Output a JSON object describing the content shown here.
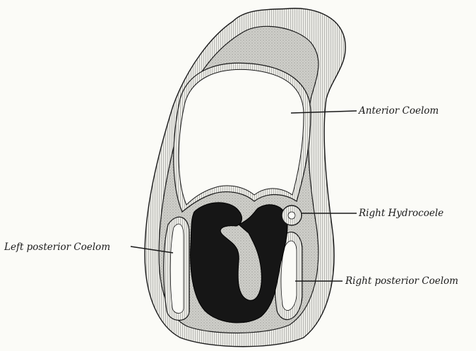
{
  "labels": {
    "anterior_coelom": "Anterior Coelom",
    "right_hydrocoele": "Right Hydrocoele",
    "left_posterior_coelom": "Left posterior Coelom",
    "right_posterior_coelom": "Right posterior Coelom"
  },
  "colors": {
    "background": "#fbfbf7",
    "ink": "#1a1a1a",
    "stipple_fill": "#c9c9c4",
    "striated_fill": "#e9e9e4",
    "gut_fill": "#161616"
  }
}
